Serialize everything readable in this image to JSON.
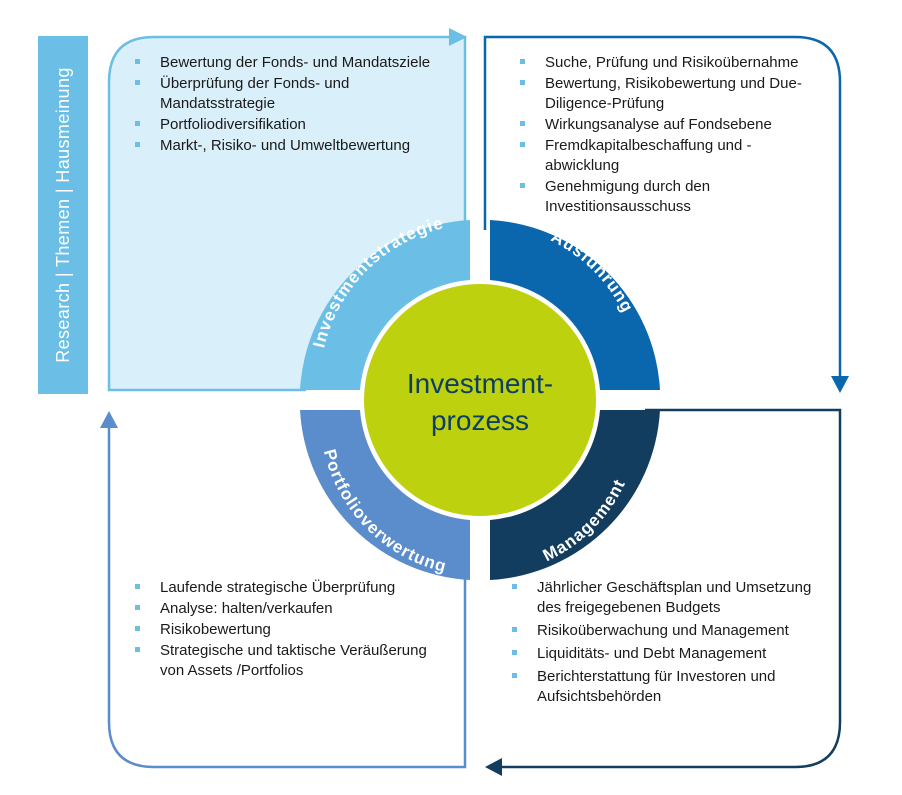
{
  "side_label": "Research | Themen | Hausmeinung",
  "center": {
    "line1": "Investment-",
    "line2": "prozess"
  },
  "phases": {
    "investmentstrategie": "Investmentstrategie",
    "ausfuehrung": "Ausführung",
    "management": "Management",
    "portfolioverwertung": "Portfolioverwertung"
  },
  "lists": {
    "investmentstrategie": [
      "Bewertung der Fonds- und Mandatsziele",
      "Überprüfung der Fonds- und Mandatsstrategie",
      "Portfoliodiversifikation",
      "Markt-, Risiko- und Umweltbewertung"
    ],
    "ausfuehrung": [
      "Suche, Prüfung und Risikoübernahme",
      "Bewertung, Risikobewertung und Due-Diligence-Prüfung",
      "Wirkungsanalyse auf Fondsebene",
      "Fremdkapitalbeschaffung und -abwicklung",
      "Genehmigung durch den Investitionsausschuss"
    ],
    "portfolioverwertung": [
      "Laufende strategische Überprüfung",
      "Analyse: halten/verkaufen",
      "Risikobewertung",
      "Strategische und taktische Veräußerung von Assets /Portfolios"
    ],
    "management": [
      "Jährlicher Geschäftsplan und Umsetzung des freigegebenen Budgets",
      "Risikoüberwachung und Management",
      "Liquiditäts- und Debt Management",
      "Berichterstattung für Investoren und Aufsichtsbehörden"
    ]
  },
  "colors": {
    "light_blue": "#6bbfe6",
    "light_blue_fill": "#d9eff9",
    "mid_blue": "#0a66ad",
    "dark_blue": "#123d5e",
    "steel_blue": "#5b8ccc",
    "center_green": "#bdd10e",
    "center_text": "#0e3f63"
  }
}
